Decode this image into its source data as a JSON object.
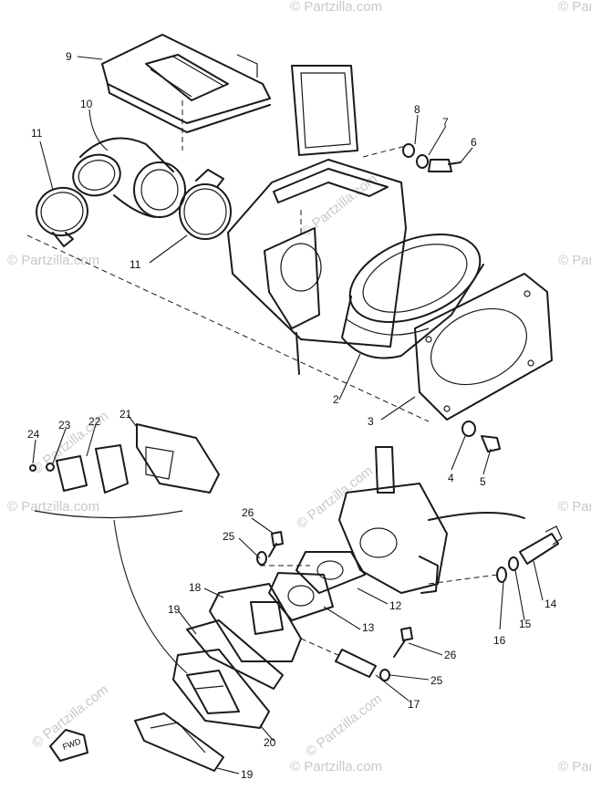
{
  "diagram": {
    "watermark_text": "© Partzilla.com",
    "fwd_label": "FWD",
    "callouts": [
      "9",
      "10",
      "11",
      "11",
      "8",
      "7",
      "6",
      "2",
      "3",
      "4",
      "5",
      "24",
      "23",
      "22",
      "21",
      "26",
      "25",
      "18",
      "19",
      "12",
      "13",
      "16",
      "15",
      "14",
      "26",
      "25",
      "17",
      "20",
      "19"
    ]
  },
  "colors": {
    "line": "#1a1a1a",
    "watermark": "#c9c9c9",
    "background": "#ffffff"
  }
}
